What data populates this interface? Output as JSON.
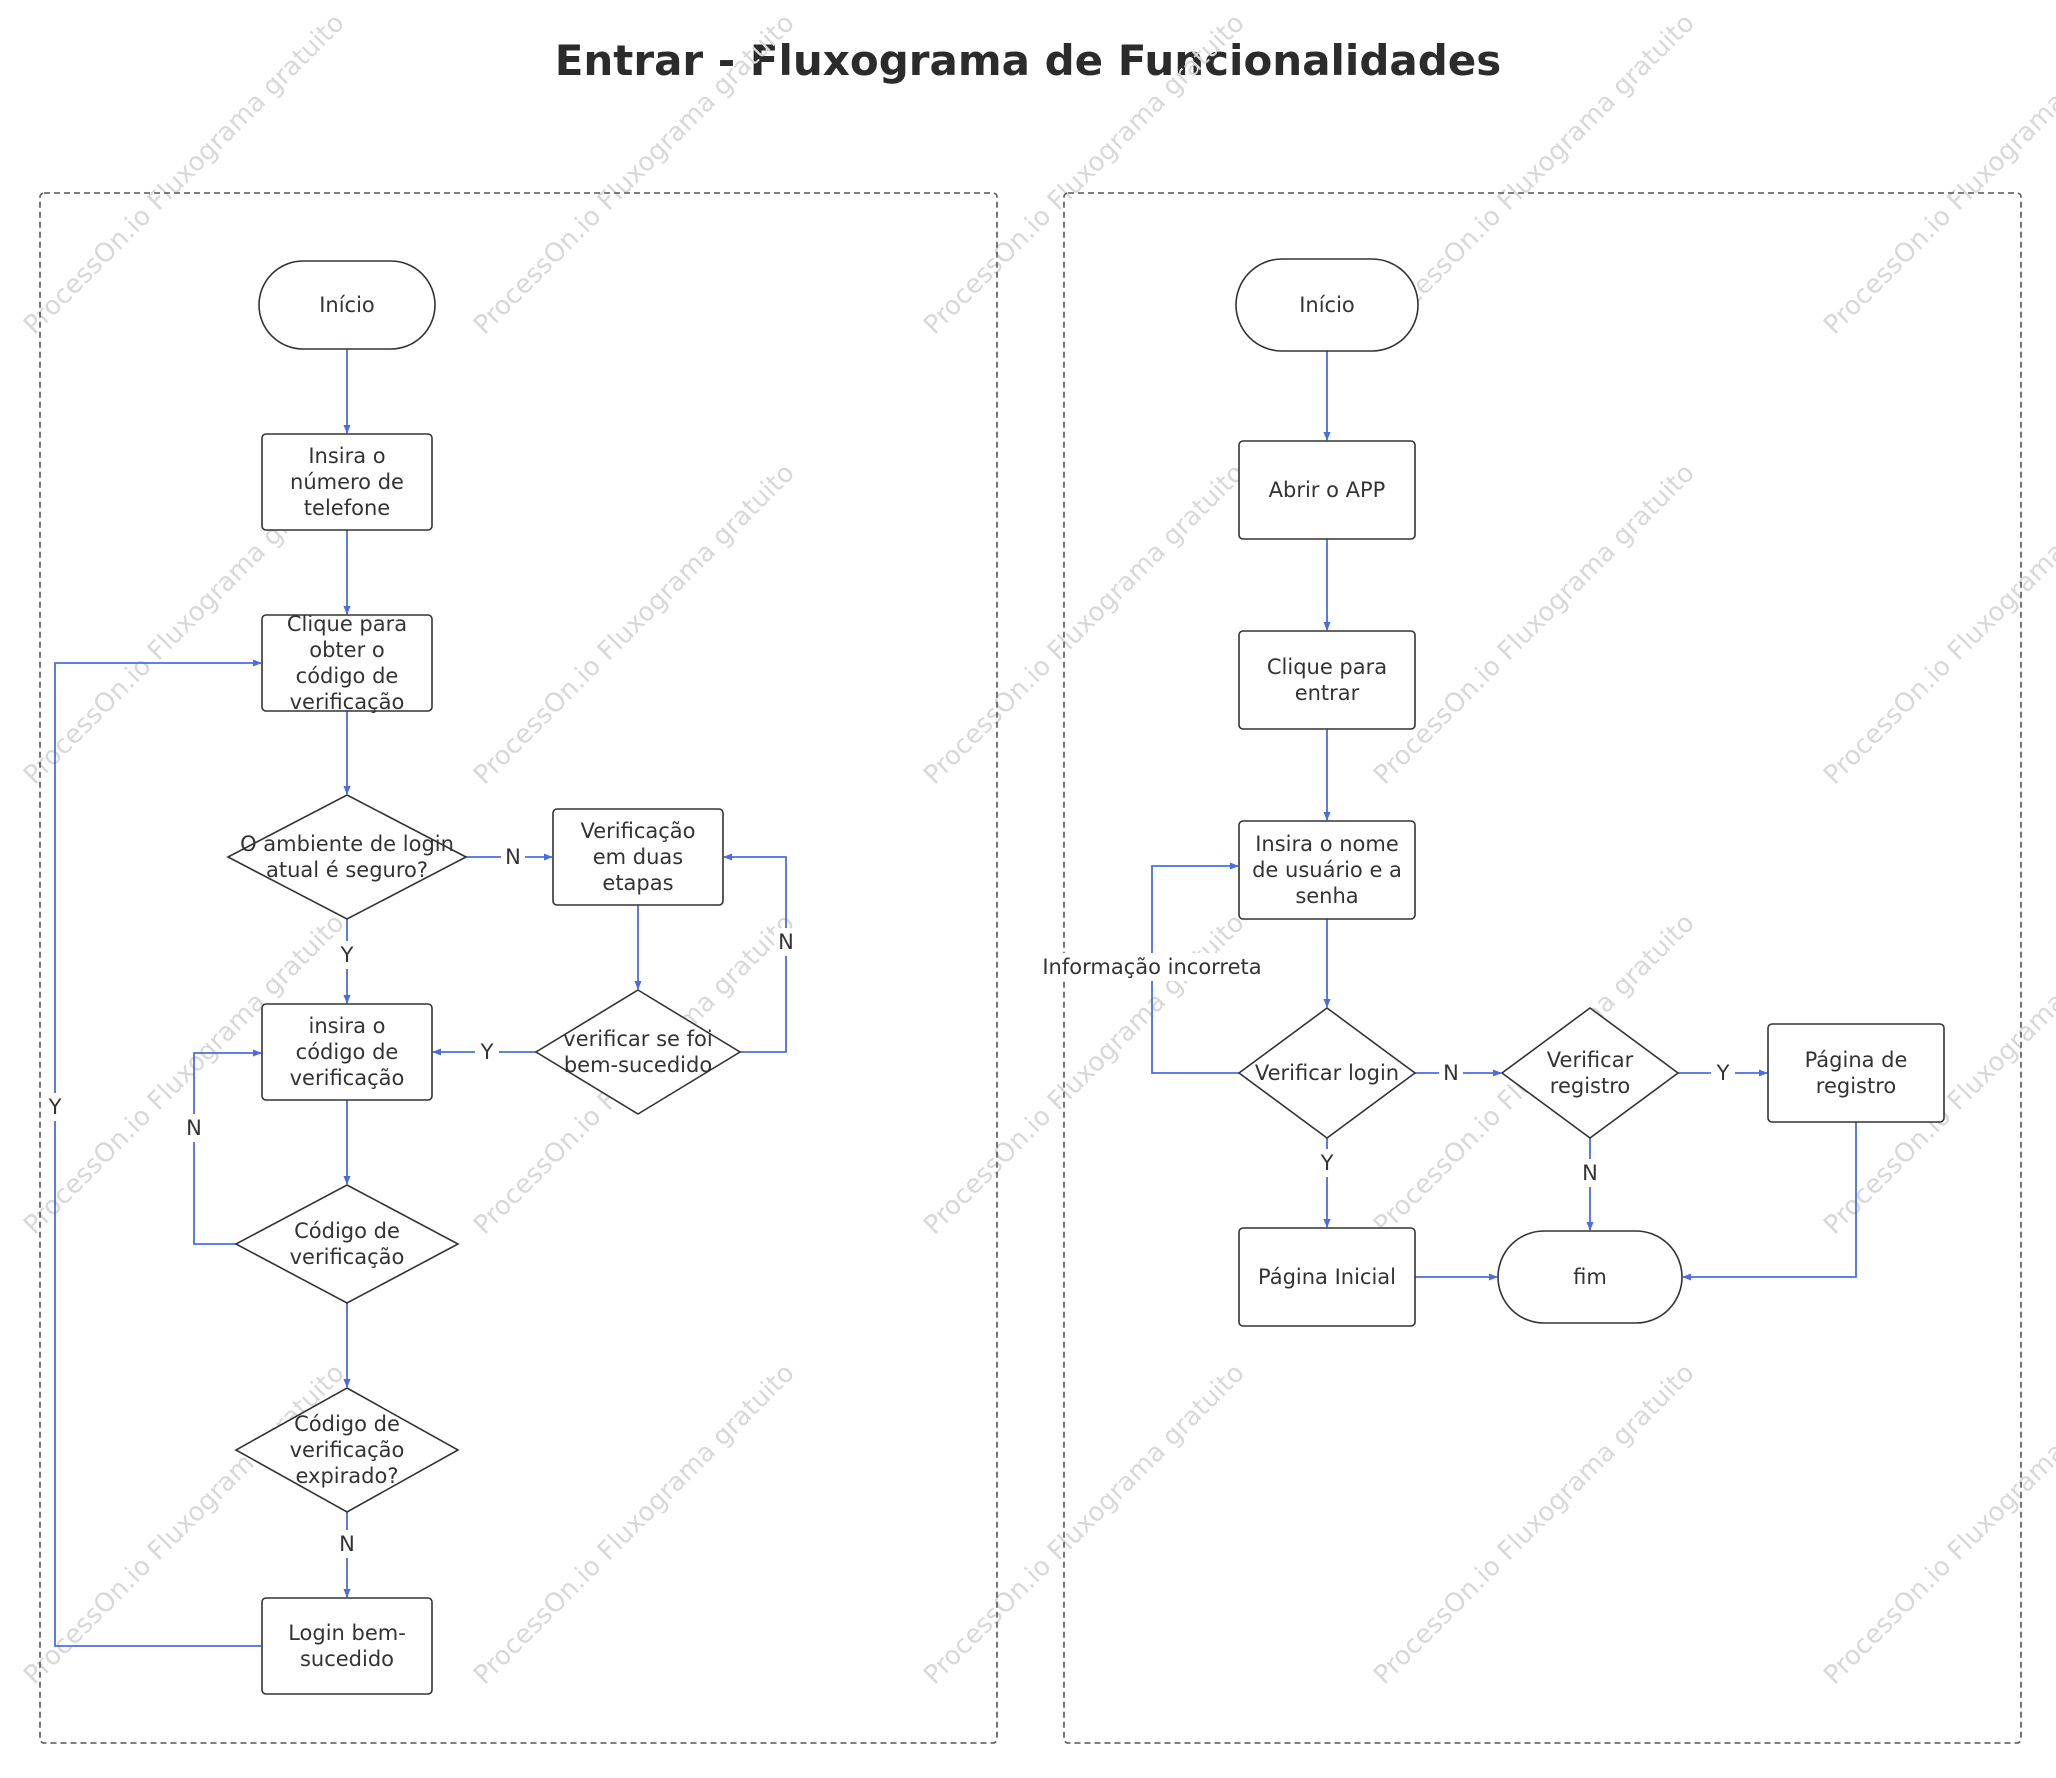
{
  "title": "Entrar - Fluxograma de Funcionalidades",
  "watermark": "ProcessOn.io Fluxograma gratuito",
  "colors": {
    "edge": "#4a6ee0",
    "node_stroke": "#333333",
    "text": "#333333",
    "frame": "#555555"
  },
  "nodes": [
    {
      "id": "l_start",
      "shape": "terminal",
      "lines": [
        "Início"
      ]
    },
    {
      "id": "l_phone",
      "shape": "process",
      "lines": [
        "Insira o",
        "número de",
        "telefone"
      ]
    },
    {
      "id": "l_getcode",
      "shape": "process",
      "lines": [
        "Clique para",
        "obter o",
        "código de",
        "verificação"
      ]
    },
    {
      "id": "l_secure",
      "shape": "decision",
      "lines": [
        "O ambiente de login",
        "atual é seguro?"
      ]
    },
    {
      "id": "l_2step",
      "shape": "process",
      "lines": [
        "Verificação",
        "em duas",
        "etapas"
      ]
    },
    {
      "id": "l_success",
      "shape": "decision",
      "lines": [
        "verificar se foi",
        "bem-sucedido"
      ]
    },
    {
      "id": "l_entercode",
      "shape": "process",
      "lines": [
        "insira o",
        "código de",
        "verificação"
      ]
    },
    {
      "id": "l_codecheck",
      "shape": "decision",
      "lines": [
        "Código de",
        "verificação"
      ]
    },
    {
      "id": "l_expired",
      "shape": "decision",
      "lines": [
        "Código de",
        "verificação",
        "expirado?"
      ]
    },
    {
      "id": "l_ok",
      "shape": "process",
      "lines": [
        "Login bem-",
        "sucedido"
      ]
    },
    {
      "id": "r_start",
      "shape": "terminal",
      "lines": [
        "Início"
      ]
    },
    {
      "id": "r_open",
      "shape": "process",
      "lines": [
        "Abrir o APP"
      ]
    },
    {
      "id": "r_click",
      "shape": "process",
      "lines": [
        "Clique para",
        "entrar"
      ]
    },
    {
      "id": "r_cred",
      "shape": "process",
      "lines": [
        "Insira o nome",
        "de usuário e a",
        "senha"
      ]
    },
    {
      "id": "r_verify",
      "shape": "decision",
      "lines": [
        "Verificar login"
      ]
    },
    {
      "id": "r_reg",
      "shape": "decision",
      "lines": [
        "Verificar",
        "registro"
      ]
    },
    {
      "id": "r_regpage",
      "shape": "process",
      "lines": [
        "Página de",
        "registro"
      ]
    },
    {
      "id": "r_home",
      "shape": "process",
      "lines": [
        "Página Inicial"
      ]
    },
    {
      "id": "r_end",
      "shape": "terminal",
      "lines": [
        "fim"
      ]
    }
  ],
  "edges": [
    {
      "from": "l_start",
      "to": "l_phone",
      "label": ""
    },
    {
      "from": "l_phone",
      "to": "l_getcode",
      "label": ""
    },
    {
      "from": "l_getcode",
      "to": "l_secure",
      "label": ""
    },
    {
      "from": "l_secure",
      "to": "l_2step",
      "label": "N"
    },
    {
      "from": "l_secure",
      "to": "l_entercode",
      "label": "Y"
    },
    {
      "from": "l_2step",
      "to": "l_success",
      "label": ""
    },
    {
      "from": "l_success",
      "to": "l_2step",
      "label": "N"
    },
    {
      "from": "l_success",
      "to": "l_entercode",
      "label": "Y"
    },
    {
      "from": "l_entercode",
      "to": "l_codecheck",
      "label": ""
    },
    {
      "from": "l_codecheck",
      "to": "l_entercode",
      "label": "N"
    },
    {
      "from": "l_codecheck",
      "to": "l_expired",
      "label": ""
    },
    {
      "from": "l_expired",
      "to": "l_ok",
      "label": "N"
    },
    {
      "from": "l_ok",
      "to": "l_getcode",
      "label": "Y"
    },
    {
      "from": "r_start",
      "to": "r_open",
      "label": ""
    },
    {
      "from": "r_open",
      "to": "r_click",
      "label": ""
    },
    {
      "from": "r_click",
      "to": "r_cred",
      "label": ""
    },
    {
      "from": "r_cred",
      "to": "r_verify",
      "label": ""
    },
    {
      "from": "r_verify",
      "to": "r_cred",
      "label": "Informação incorreta"
    },
    {
      "from": "r_verify",
      "to": "r_reg",
      "label": "N"
    },
    {
      "from": "r_verify",
      "to": "r_home",
      "label": "Y"
    },
    {
      "from": "r_reg",
      "to": "r_regpage",
      "label": "Y"
    },
    {
      "from": "r_reg",
      "to": "r_end",
      "label": "N"
    },
    {
      "from": "r_home",
      "to": "r_end",
      "label": ""
    },
    {
      "from": "r_regpage",
      "to": "r_end",
      "label": ""
    }
  ]
}
